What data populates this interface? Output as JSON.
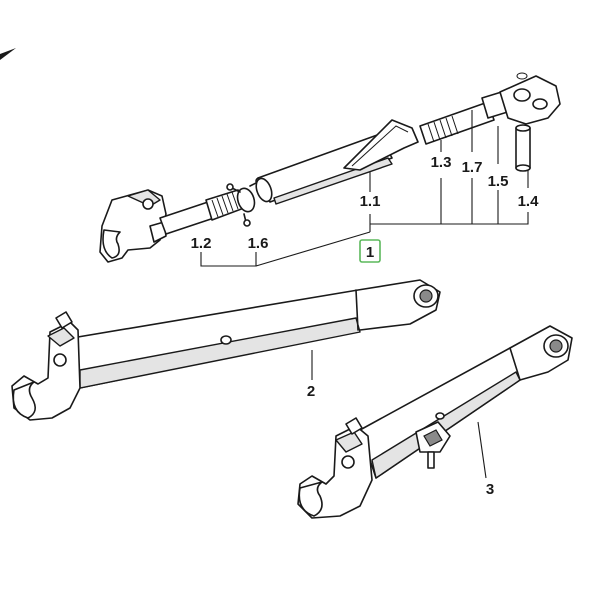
{
  "callouts": {
    "c1": "1",
    "c1_1": "1.1",
    "c1_2": "1.2",
    "c1_3": "1.3",
    "c1_4": "1.4",
    "c1_5": "1.5",
    "c1_6": "1.6",
    "c1_7": "1.7",
    "c2": "2",
    "c3": "3"
  },
  "colors": {
    "highlight_box": "#5cb85c",
    "line": "#1a1a1a"
  }
}
